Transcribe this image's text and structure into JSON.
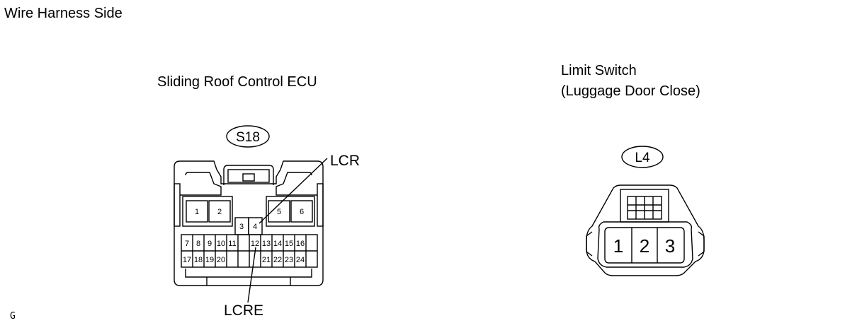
{
  "header": "Wire Harness Side",
  "ecu": {
    "title": "Sliding Roof Control ECU",
    "connector_code": "S18",
    "pins": [
      "1",
      "2",
      "3",
      "4",
      "5",
      "6",
      "7",
      "8",
      "9",
      "10",
      "11",
      "12",
      "13",
      "14",
      "15",
      "16",
      "17",
      "18",
      "19",
      "20",
      "21",
      "22",
      "23",
      "24"
    ],
    "callouts": [
      "LCR",
      "LCRE"
    ]
  },
  "limit_switch": {
    "title_line1": "Limit Switch",
    "title_line2": "(Luggage Door Close)",
    "connector_code": "L4",
    "pins": [
      "1",
      "2",
      "3"
    ]
  },
  "footnote": "G"
}
